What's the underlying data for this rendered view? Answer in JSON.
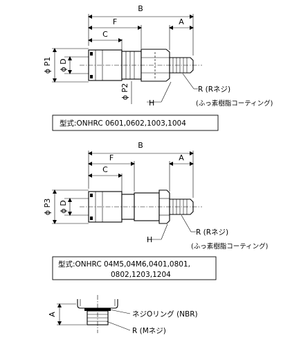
{
  "diagram1": {
    "dims": {
      "B": "B",
      "A": "A",
      "F": "F",
      "C": "C",
      "P1": "ϕ P1",
      "D": "ϕ D",
      "P2": "ϕ P2",
      "H": "H"
    },
    "thread_label": "R (Rネジ)",
    "coating_note": "(ふっ素樹脂コーティング)",
    "model_text": "型式:ONHRC 0601,0602,1003,1004"
  },
  "diagram2": {
    "dims": {
      "B": "B",
      "A": "A",
      "F": "F",
      "C": "C",
      "P3": "ϕ P3",
      "D": "ϕ D",
      "H": "H"
    },
    "thread_label": "R (Rネジ)",
    "coating_note": "(ふっ素樹脂コーティング)",
    "model_text_line1": "型式:ONHRC 04M5,04M6,0401,0801,",
    "model_text_line2": "0802,1203,1204"
  },
  "diagram3": {
    "dims": {
      "A": "A"
    },
    "oring_label": "ネジOリング (NBR)",
    "thread_label": "R (Mネジ)"
  }
}
